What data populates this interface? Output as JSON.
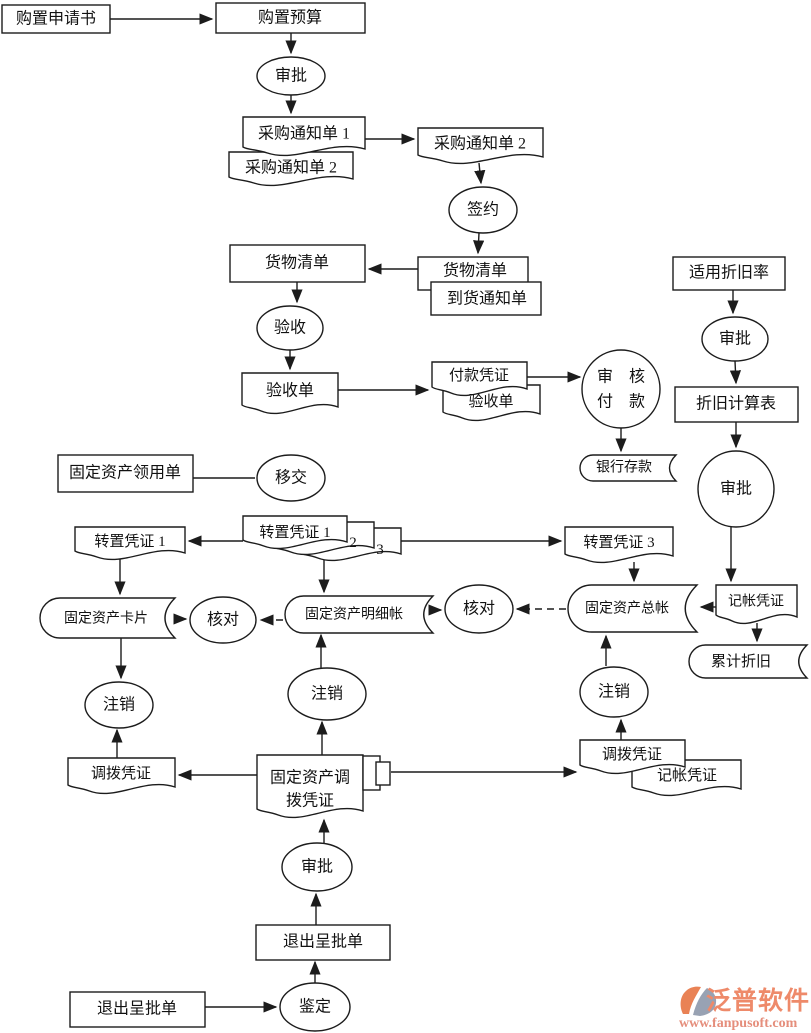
{
  "nodes": {
    "purchase_request": {
      "label": "购置申请书"
    },
    "purchase_budget": {
      "label": "购置预算"
    },
    "approve_budget": {
      "label": "审批"
    },
    "purchase_notice_1": {
      "label": "采购通知单 1"
    },
    "purchase_notice_2_copy": {
      "label": "采购通知单 2"
    },
    "purchase_notice_2": {
      "label": "采购通知单 2"
    },
    "sign_contract": {
      "label": "签约"
    },
    "goods_list_stack": {
      "label": "货物清单"
    },
    "arrival_notice": {
      "label": "到货通知单"
    },
    "goods_list": {
      "label": "货物清单"
    },
    "inspect": {
      "label": "验收"
    },
    "inspect_receipt": {
      "label": "验收单"
    },
    "payment_voucher": {
      "label": "付款凭证"
    },
    "inspect_receipt_copy": {
      "label": "验收单"
    },
    "audit_payment": {
      "line1": "审　核",
      "line2": "付　款"
    },
    "bank_deposit": {
      "label": "银行存款"
    },
    "depreciation_rate": {
      "label": "适用折旧率"
    },
    "approve_rate": {
      "label": "审批"
    },
    "depreciation_table": {
      "label": "折旧计算表"
    },
    "approve_table": {
      "label": "审批"
    },
    "bookkeeping_voucher": {
      "label": "记帐凭证"
    },
    "accumulated_depreciation": {
      "label": "累计折旧"
    },
    "asset_requisition": {
      "label": "固定资产领用单"
    },
    "handover": {
      "label": "移交"
    },
    "transfer_voucher_1": {
      "label": "转置凭证 1"
    },
    "transfer_stack": {
      "label": "转置凭证 1",
      "copy2": "2",
      "copy3": "3"
    },
    "transfer_voucher_3": {
      "label": "转置凭证 3"
    },
    "asset_card": {
      "label": "固定资产卡片"
    },
    "check_left": {
      "label": "核对"
    },
    "asset_detail_ledger": {
      "label": "固定资产明细帐"
    },
    "check_right": {
      "label": "核对"
    },
    "asset_general_ledger": {
      "label": "固定资产总帐"
    },
    "cancel_left": {
      "label": "注销"
    },
    "cancel_center": {
      "label": "注销"
    },
    "cancel_right": {
      "label": "注销"
    },
    "allocation_voucher_left": {
      "label": "调拨凭证"
    },
    "asset_allocation_voucher": {
      "line1": "固定资产调",
      "line2": "拨凭证"
    },
    "allocation_voucher_right": {
      "label": "调拨凭证"
    },
    "bookkeeping_voucher_2": {
      "label": "记帐凭证"
    },
    "approve_exit": {
      "label": "审批"
    },
    "exit_approval_form": {
      "label": "退出呈批单"
    },
    "appraise": {
      "label": "鉴定"
    },
    "exit_approval_form_2": {
      "label": "退出呈批单"
    }
  },
  "logo": {
    "brand": "泛普软件",
    "url": "www.fanpusoft.com",
    "brand_color": "#ee8a6a",
    "url_color": "#e58e7c",
    "icon_orange": "#e98255",
    "icon_gray": "#98a2b3"
  }
}
